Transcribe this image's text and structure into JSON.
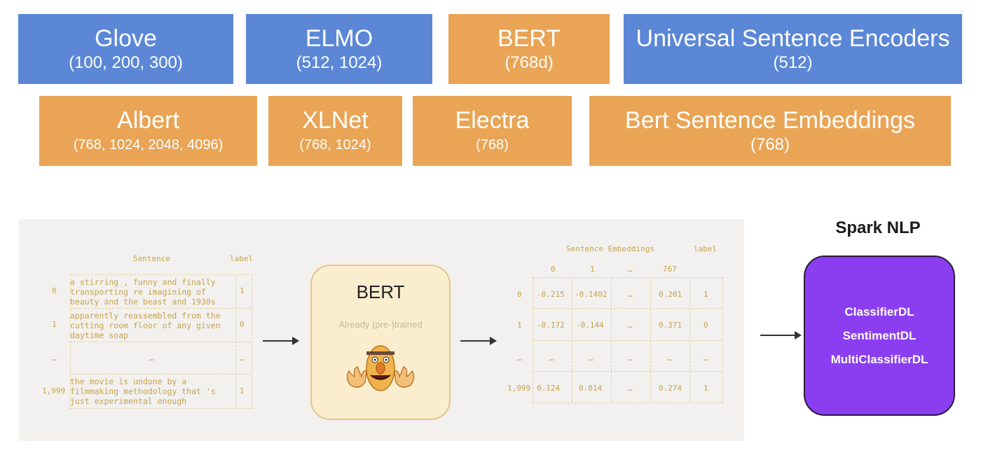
{
  "top_row": [
    {
      "name": "Glove",
      "dims": "(100, 200, 300)",
      "color": "#5b87d6"
    },
    {
      "name": "ELMO",
      "dims": "(512, 1024)",
      "color": "#5b87d6"
    },
    {
      "name": "BERT",
      "dims": "(768d)",
      "color": "#e9a455"
    },
    {
      "name": "Universal Sentence Encoders",
      "dims": "(512)",
      "color": "#5b87d6"
    }
  ],
  "second_row": [
    {
      "name": "Albert",
      "dims": "(768, 1024, 2048, 4096)",
      "color": "#e9a455"
    },
    {
      "name": "XLNet",
      "dims": "(768, 1024)",
      "color": "#e9a455"
    },
    {
      "name": "Electra",
      "dims": "(768)",
      "color": "#e9a455"
    },
    {
      "name": "Bert Sentence Embeddings",
      "dims": "(768)",
      "color": "#e9a455"
    }
  ],
  "sentence_table": {
    "headers": {
      "sentence": "Sentence",
      "label": "label"
    },
    "rows": [
      {
        "index": "0",
        "text": "a stirring , funny and finally\ntransporting re imagining of\nbeauty and the beast and 1930s",
        "label": "1"
      },
      {
        "index": "1",
        "text": "apparently reassembled from the\ncutting room floor of any given\ndaytime soap",
        "label": "0"
      },
      {
        "index": "…",
        "text": "…",
        "label": "…"
      },
      {
        "index": "1,999",
        "text": "the movie is undone by a\nfilmmaking methodology that 's\njust experimental enough",
        "label": "1"
      }
    ]
  },
  "model_card": {
    "title": "BERT",
    "subtitle": "Already (pre-)trained"
  },
  "embeddings_table": {
    "headers": {
      "group": "Sentence Embeddings",
      "label": "label"
    },
    "columns": [
      "0",
      "1",
      "…",
      "767"
    ],
    "rows": [
      {
        "index": "0",
        "values": [
          "-0.215",
          "-0.1402",
          "…",
          "0.201"
        ],
        "label": "1"
      },
      {
        "index": "1",
        "values": [
          "-0.172",
          "-0.144",
          "…",
          "0.371"
        ],
        "label": "0"
      },
      {
        "index": "…",
        "values": [
          "…",
          "…",
          "…",
          "…"
        ],
        "label": "…"
      },
      {
        "index": "1,999",
        "values": [
          "0.124",
          "0.014",
          "…",
          "0.274"
        ],
        "label": "1"
      }
    ]
  },
  "spark_nlp": {
    "title": "Spark NLP",
    "items": [
      "ClassifierDL",
      "SentimentDL",
      "MultiClassifierDL"
    ]
  }
}
